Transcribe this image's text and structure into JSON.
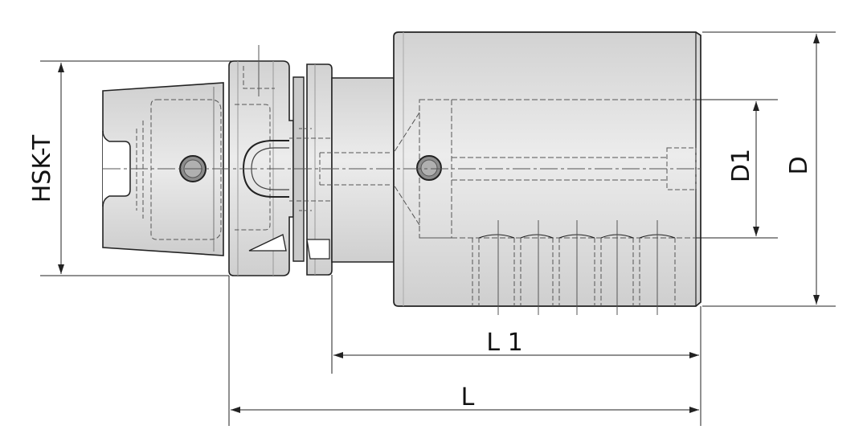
{
  "labels": {
    "hsk": "HSK-T",
    "d1": "D1",
    "d": "D",
    "l1": "L 1",
    "l": "L"
  },
  "colors": {
    "metal": "#dcdcdc",
    "metal_light": "#e8e8e8",
    "metal_dark": "#b9b9b9",
    "line": "#222222",
    "hidden": "#555555"
  }
}
